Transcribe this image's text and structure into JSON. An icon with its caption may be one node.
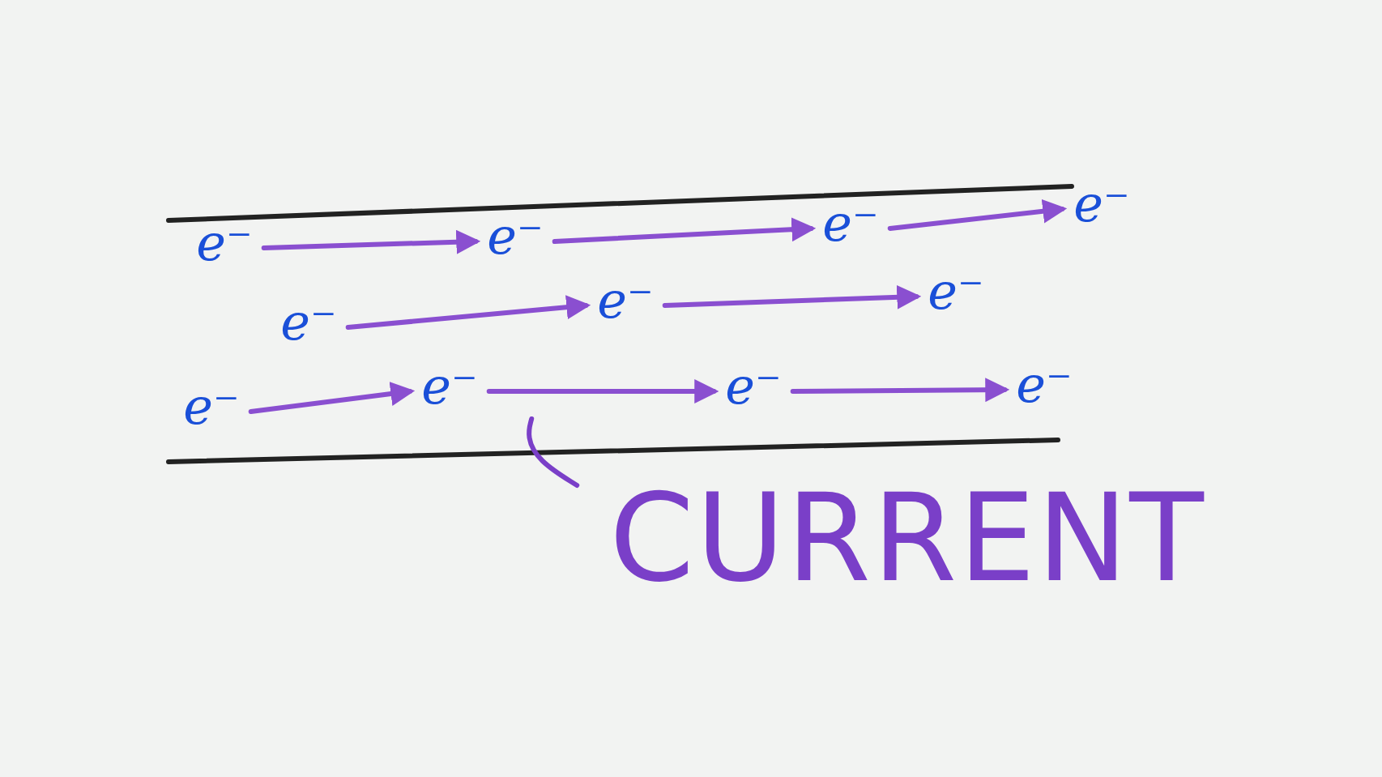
{
  "diagram": {
    "nodes": [
      {
        "text": [
          "e⁻"
        ]
      },
      {
        "text": [
          "e⁻"
        ]
      },
      {
        "text": [
          "e⁻"
        ]
      },
      {
        "text": [
          "e⁻"
        ]
      },
      {
        "text": [
          "e⁻"
        ]
      },
      {
        "text": [
          "e⁻"
        ]
      },
      {
        "text": [
          "e⁻"
        ]
      },
      {
        "text": [
          "e⁻"
        ]
      },
      {
        "text": [
          "e⁻"
        ]
      },
      {
        "text": [
          "e⁻"
        ]
      },
      {
        "text": [
          "e⁻"
        ]
      },
      {
        "text": [
          "CURRENT"
        ]
      }
    ],
    "edges": [
      {
        "from": 0,
        "to": 1,
        "arrow": "to"
      },
      {
        "from": 1,
        "to": 2,
        "arrow": "to"
      },
      {
        "from": 2,
        "to": 3,
        "arrow": "to"
      },
      {
        "from": 4,
        "to": 5,
        "arrow": "to"
      },
      {
        "from": 5,
        "to": 6,
        "arrow": "to"
      },
      {
        "from": 7,
        "to": 8,
        "arrow": "to"
      },
      {
        "from": 8,
        "to": 9,
        "arrow": "to"
      },
      {
        "from": 9,
        "to": 10,
        "arrow": "to"
      },
      {
        "from": 11,
        "to": null,
        "arrow": "none",
        "color": "#7a3fc8"
      }
    ]
  }
}
